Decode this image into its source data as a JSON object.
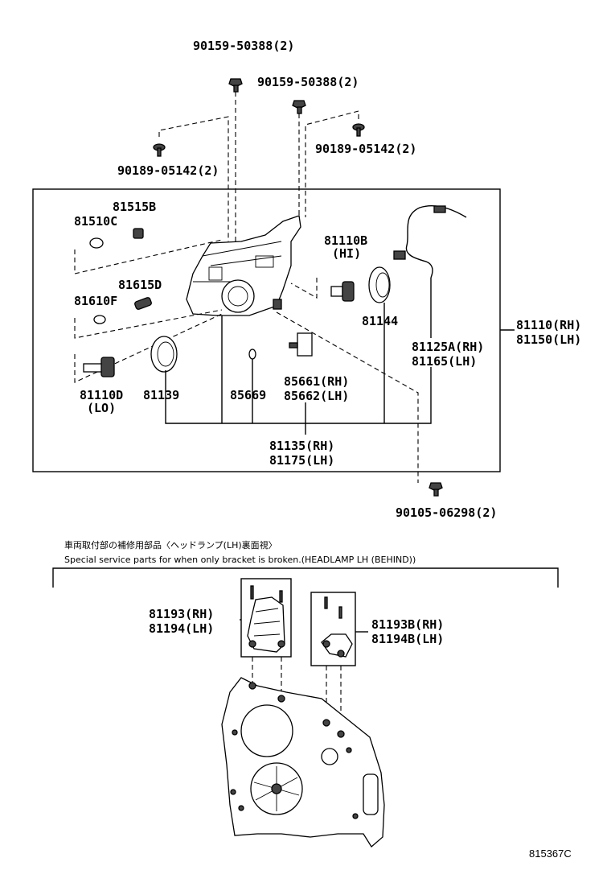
{
  "labels": {
    "bolt_a_1": "90159-50388(2)",
    "bolt_a_2": "90159-50388(2)",
    "screw_b_left": "90189-05142(2)",
    "screw_b_right": "90189-05142(2)",
    "p81515b": "81515B",
    "p81510c": "81510C",
    "p81615d": "81615D",
    "p81610f": "81610F",
    "p81110b": "81110B",
    "p81110b_sub": "(HI)",
    "p81144": "81144",
    "p81110_rh": "81110(RH)",
    "p81150_lh": "81150(LH)",
    "p81125a_rh": "81125A(RH)",
    "p81165_lh": "81165(LH)",
    "p81110d": "81110D",
    "p81110d_sub": "(LO)",
    "p81139": "81139",
    "p85669": "85669",
    "p85661_rh": "85661(RH)",
    "p85662_lh": "85662(LH)",
    "p81135_rh": "81135(RH)",
    "p81175_lh": "81175(LH)",
    "bolt_c": "90105-06298(2)",
    "note_jp": "車両取付部の補修用部品〈ヘッドランプ(LH)裏面視〉",
    "note_en": "Special service parts for when only bracket is broken.(HEADLAMP LH (BEHIND))",
    "p81193_rh": "81193(RH)",
    "p81194_lh": "81194(LH)",
    "p81193b_rh": "81193B(RH)",
    "p81194b_lh": "81194B(LH)",
    "diagram_code": "815367C"
  }
}
